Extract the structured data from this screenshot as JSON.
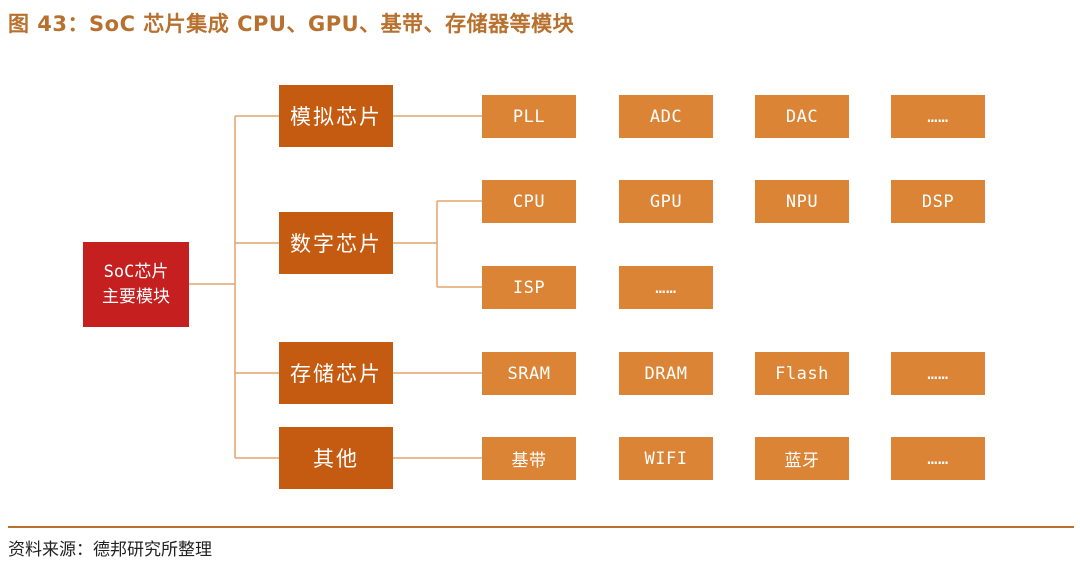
{
  "title": "图 43：SoC 芯片集成 CPU、GPU、基带、存储器等模块",
  "root": {
    "line1": "SoC芯片",
    "line2": "主要模块"
  },
  "categories": [
    {
      "label": "模拟芯片",
      "items": [
        "PLL",
        "ADC",
        "DAC",
        "……"
      ]
    },
    {
      "label": "数字芯片",
      "items": [
        "CPU",
        "GPU",
        "NPU",
        "DSP",
        "ISP",
        "……"
      ]
    },
    {
      "label": "存储芯片",
      "items": [
        "SRAM",
        "DRAM",
        "Flash",
        "……"
      ]
    },
    {
      "label": "其他",
      "items": [
        "基带",
        "WIFI",
        "蓝牙",
        "……"
      ]
    }
  ],
  "source": "资料来源：德邦研究所整理",
  "colors": {
    "title": "#b8702e",
    "root": "#c51f1f",
    "category": "#c55a11",
    "leaf": "#db8436",
    "line": "#e3a36c"
  }
}
